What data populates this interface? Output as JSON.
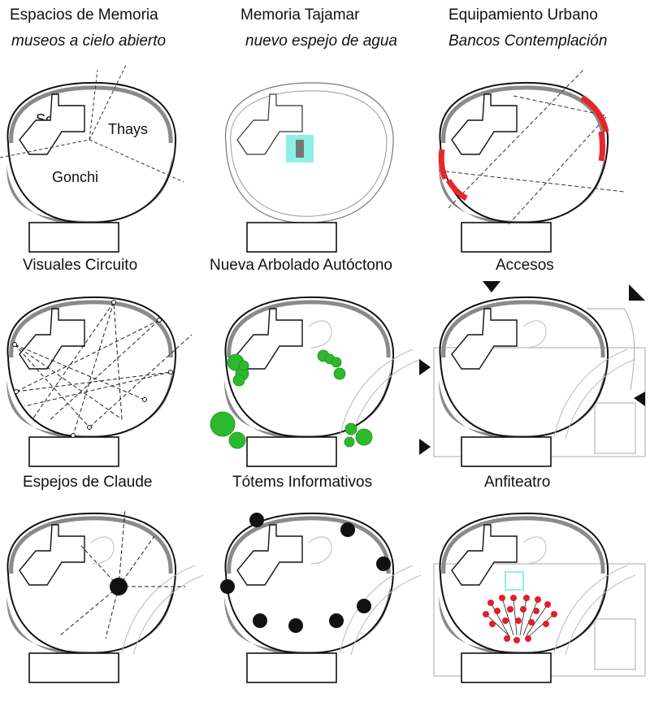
{
  "panels": [
    {
      "title": "Espacios de Memoria",
      "subtitle": "museos a cielo abierto",
      "zones": [
        "Scasso",
        "Thays",
        "Gonchi"
      ]
    },
    {
      "title": "Memoria Tajamar",
      "subtitle": "nuevo espejo de agua"
    },
    {
      "title": "Equipamiento Urbano",
      "subtitle": "Bancos Contemplación"
    },
    {
      "title": "Visuales Circuito"
    },
    {
      "title": "Nueva Arbolado Autóctono"
    },
    {
      "title": "Accesos"
    },
    {
      "title": "Espejos de Claude"
    },
    {
      "title": "Tótems Informativos"
    },
    {
      "title": "Anfiteatro"
    }
  ],
  "colors": {
    "ink": "#111111",
    "rim_shade": "#8a8a8a",
    "water": "#8ef0e4",
    "bench": "#e8262a",
    "tree": "#2db92d",
    "amphi": "#e01f2a"
  }
}
